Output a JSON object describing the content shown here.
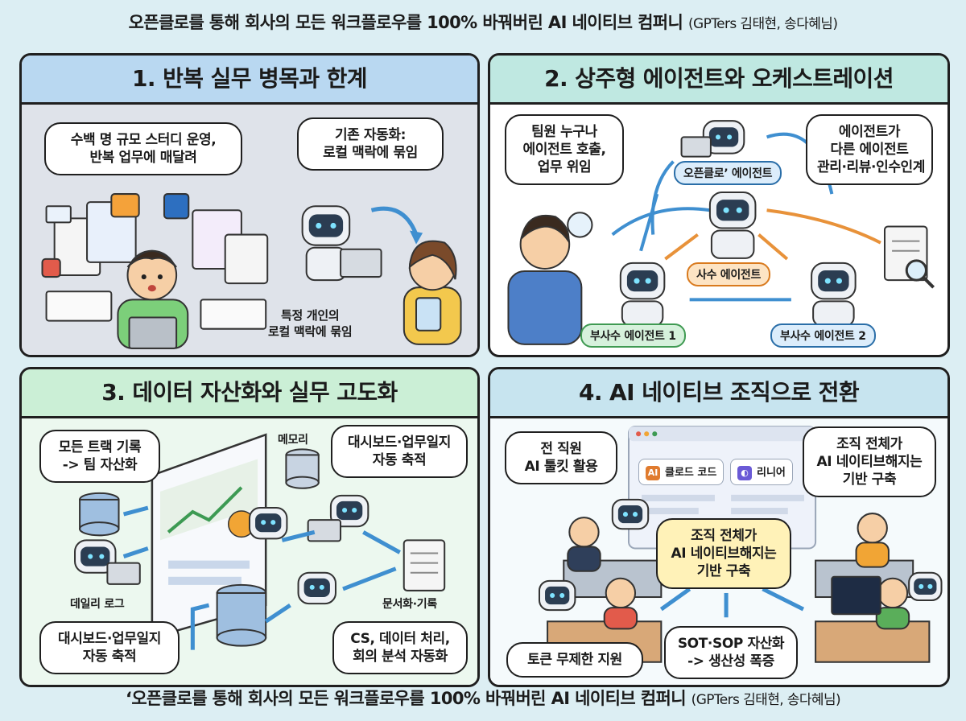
{
  "header": {
    "title": "오픈클로를 통해 회사의 모든 워크플로우를 100% 바꿔버린 AI 네이티브 컴퍼니",
    "credit": "(GPTers 김태현, 송다혜님)"
  },
  "footer": {
    "title": "‘오픈클로를 통해 회사의 모든 워크플로우를 100% 바꿔버린 AI 네이티브 컴퍼니",
    "credit": "(GPTers 김태현, 송다혜님)"
  },
  "panels": {
    "p1": {
      "title": "1. 반복 실무 병목과 한계",
      "bubble_left": [
        "수백 명 규모 스터디 운영,",
        "반복 업무에 매달려"
      ],
      "bubble_right": [
        "기존 자동화:",
        "로컬 맥락에 묶임"
      ],
      "caption": [
        "특정 개인의",
        "로컬 맥락에 묶임"
      ]
    },
    "p2": {
      "title": "2. 상주형 에이전트와 오케스트레이션",
      "bubble_left": [
        "팀원 누구나",
        "에이전트 호출,",
        "업무 위임"
      ],
      "bubble_right": [
        "에이전트가",
        "다른 에이전트",
        "관리·리뷰·인수인계"
      ],
      "tag_top": "오픈클로’ 에이전트",
      "tag_center": "사수 에이전트",
      "tag_left": "부사수 에이전트 1",
      "tag_right": "부사수 에이전트 2"
    },
    "p3": {
      "title": "3. 데이터 자산화와 실무 고도화",
      "bubble_top_left": [
        "모든 트랙 기록",
        "-> 팀 자산화"
      ],
      "bubble_top_right": [
        "대시보드·업무일지",
        "자동 축적"
      ],
      "bubble_bottom_left": [
        "대시보드·업무일지",
        "자동 축적"
      ],
      "bubble_bottom_right": [
        "CS, 데이터 처리,",
        "회의 분석 자동화"
      ],
      "label_memory": "메모리",
      "label_daily": "데일리 로그",
      "label_docs": "문서화·기록"
    },
    "p4": {
      "title": "4. AI 네이티브 조직으로 전환",
      "bubble_top_left": [
        "전 직원",
        "AI 툴킷 활용"
      ],
      "bubble_top_right": [
        "조직 전체가",
        "AI 네이티브해지는",
        "기반 구축"
      ],
      "bubble_center": [
        "조직 전체가",
        "AI 네이티브해지는",
        "기반 구축"
      ],
      "bubble_bottom_left": [
        "토큰 무제한 지원"
      ],
      "bubble_bottom_right": [
        "SOT·SOP 자산화",
        "-> 생산성 폭증"
      ],
      "chip_1": "클로드 코드",
      "chip_1_icon": "AI",
      "chip_2": "리니어"
    }
  },
  "colors": {
    "arrow_blue": "#3f8fd0",
    "arrow_orange": "#e8923a",
    "robot_face": "#2b3d52"
  }
}
